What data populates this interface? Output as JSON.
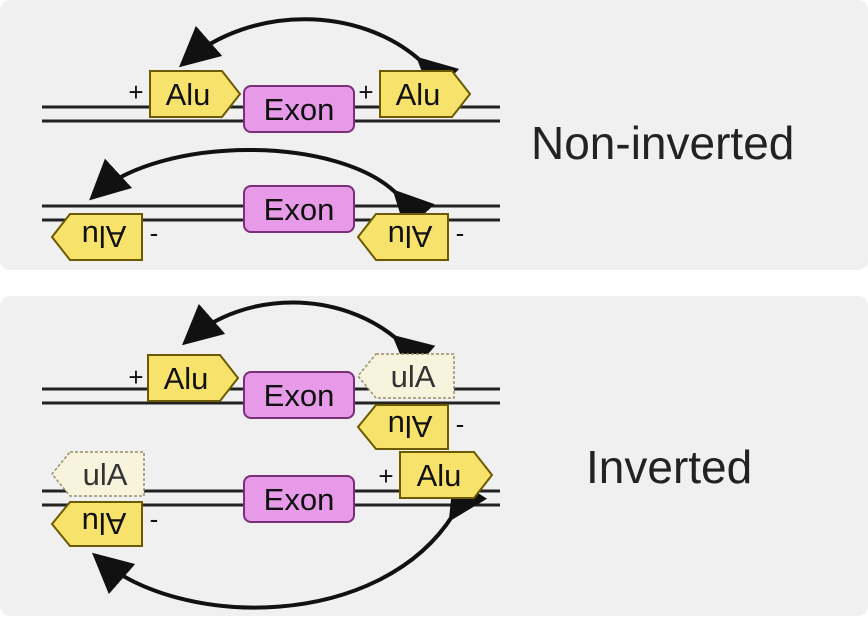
{
  "labels": {
    "non_inverted": "Non-inverted",
    "inverted": "Inverted",
    "exon": "Exon",
    "alu": "Alu",
    "alu_reversed_upright": "ulA",
    "plus": "+",
    "minus": "-"
  },
  "colors": {
    "panel_background": "#f0f0f0",
    "alu_fill": "#f7e36b",
    "alu_stroke": "#6b5a00",
    "alu_faded_fill": "#f8f3dc",
    "exon_fill": "#e79ae8",
    "exon_stroke": "#7a2f7a",
    "dna_line": "#222222",
    "arrow": "#111111"
  }
}
